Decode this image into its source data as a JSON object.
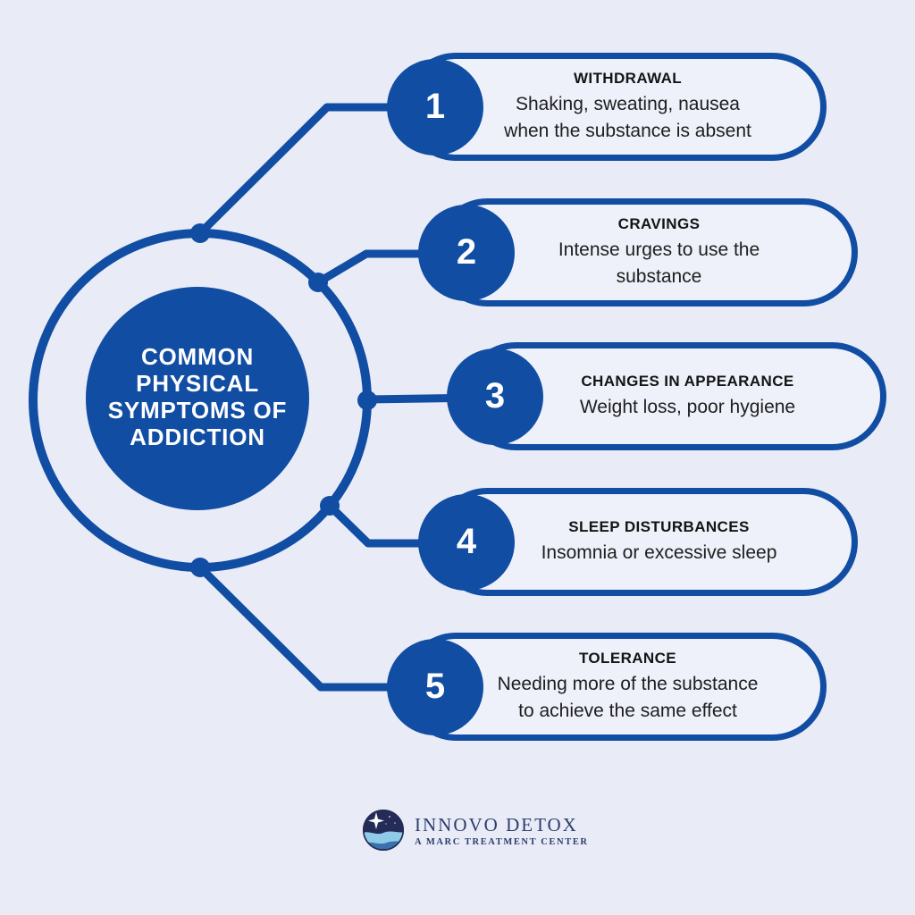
{
  "page": {
    "background_color": "#e9ecf7",
    "accent_color": "#104da3",
    "pill_fill_color": "#eef1fa",
    "text_color": "#1e1e1e"
  },
  "hub": {
    "title_lines": [
      "COMMON",
      "PHYSICAL",
      "SYMPTOMS OF",
      "ADDICTION"
    ]
  },
  "items": [
    {
      "number": "1",
      "title": "WITHDRAWAL",
      "desc_lines": [
        "Shaking, sweating, nausea",
        "when the substance is absent"
      ]
    },
    {
      "number": "2",
      "title": "CRAVINGS",
      "desc_lines": [
        "Intense urges to use the",
        "substance"
      ]
    },
    {
      "number": "3",
      "title": "CHANGES IN APPEARANCE",
      "desc_lines": [
        "Weight loss, poor hygiene"
      ]
    },
    {
      "number": "4",
      "title": "SLEEP DISTURBANCES",
      "desc_lines": [
        "Insomnia or excessive sleep"
      ]
    },
    {
      "number": "5",
      "title": "TOLERANCE",
      "desc_lines": [
        "Needing more of the substance",
        "to achieve the same effect"
      ]
    }
  ],
  "footer": {
    "brand": "INNOVO DETOX",
    "tagline": "A MARC TREATMENT CENTER",
    "logo": "night-sky-wave-emblem",
    "brand_color": "#2c3e6e"
  }
}
